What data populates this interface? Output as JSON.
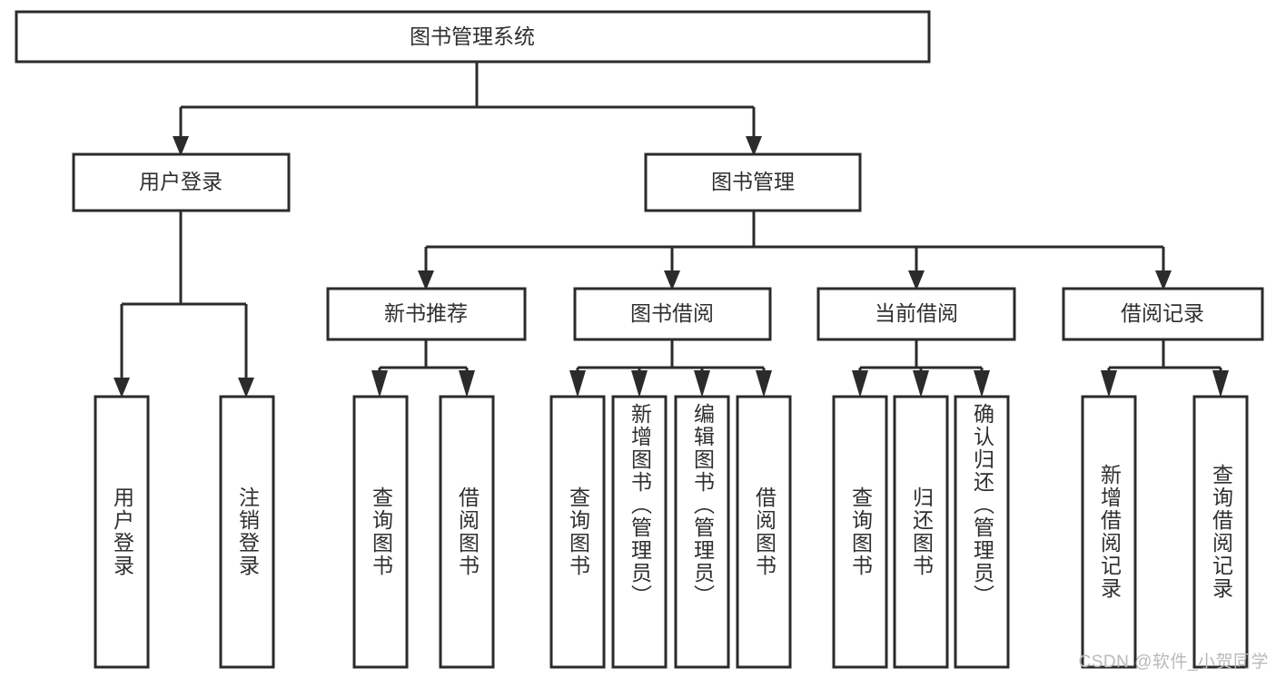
{
  "diagram": {
    "type": "tree-hierarchy-flowchart",
    "title": "图书管理系统",
    "root": {
      "label": "图书管理系统",
      "children": [
        {
          "label": "用户登录",
          "children": [
            {
              "label": "用户登录"
            },
            {
              "label": "注销登录"
            }
          ]
        },
        {
          "label": "图书管理",
          "children": [
            {
              "label": "新书推荐",
              "children": [
                {
                  "label": "查询图书"
                },
                {
                  "label": "借阅图书"
                }
              ]
            },
            {
              "label": "图书借阅",
              "children": [
                {
                  "label": "查询图书"
                },
                {
                  "label": "新增图书（管理员）"
                },
                {
                  "label": "编辑图书（管理员）"
                },
                {
                  "label": "借阅图书"
                }
              ]
            },
            {
              "label": "当前借阅",
              "children": [
                {
                  "label": "查询图书"
                },
                {
                  "label": "归还图书"
                },
                {
                  "label": "确认归还（管理员）"
                }
              ]
            },
            {
              "label": "借阅记录",
              "children": [
                {
                  "label": "新增借阅记录"
                },
                {
                  "label": "查询借阅记录"
                }
              ]
            }
          ]
        }
      ]
    }
  },
  "nodes": {
    "root": "图书管理系统",
    "level2": {
      "user_login": "用户登录",
      "book_manage": "图书管理"
    },
    "level3": {
      "new_book_recommend": "新书推荐",
      "book_borrow": "图书借阅",
      "current_borrow": "当前借阅",
      "borrow_record": "借阅记录"
    },
    "leaves": {
      "user_login_1": "用户登录",
      "user_login_2": "注销登录",
      "recommend_1": "查询图书",
      "recommend_2": "借阅图书",
      "borrow_1": "查询图书",
      "borrow_2": "新增图书（管理员）",
      "borrow_3": "编辑图书（管理员）",
      "borrow_4": "借阅图书",
      "current_1": "查询图书",
      "current_2": "归还图书",
      "current_3": "确认归还（管理员）",
      "record_1": "新增借阅记录",
      "record_2": "查询借阅记录"
    }
  },
  "watermark": {
    "text": "CSDN @软件_小贺同学"
  },
  "colors": {
    "background": "#ffffff",
    "box_fill": "#ffffff",
    "box_stroke": "#2b2b2b",
    "connector": "#2b2b2b",
    "text": "#2f2f2f",
    "watermark": "#b9b9b9"
  }
}
